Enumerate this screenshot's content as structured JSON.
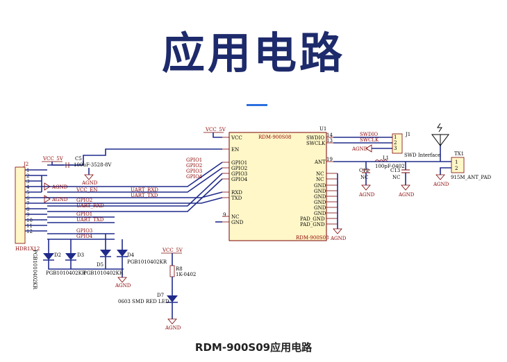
{
  "title": "应用电路",
  "caption": "RDM-900S09应用电路",
  "colors": {
    "title": "#1d2a6b",
    "accent": "#2b6fe0",
    "wire": "#1f2a8a",
    "component": "#7a0000"
  },
  "module": {
    "name_top": "RDM-900S08",
    "name_bottom": "RDM-900S08",
    "ref": "U1",
    "left_pins": [
      "VCC",
      "EN",
      "GPIO1",
      "GPIO2",
      "GPIO3",
      "GPIO4",
      "RXD",
      "TXD",
      "NC",
      "GND"
    ],
    "left_pin_numbers": [
      "9"
    ],
    "right_pins": [
      "SWDIO",
      "SWCLK",
      "ANT",
      "NC",
      "NC",
      "GND",
      "GND",
      "GND",
      "GND",
      "GND",
      "GND",
      "PAD_GND",
      "PAD_GND"
    ],
    "right_pin_numbers": [
      "14",
      "13",
      "19"
    ],
    "power": "VCC_5V"
  },
  "net_labels": {
    "gpio1": "GPIO1",
    "gpio2": "GPIO2",
    "gpio3": "GPIO3",
    "gpio4": "GPIO4",
    "uart_rxd": "UART_RXD",
    "uart_txd": "UART_TXD",
    "swdio": "SWDIO",
    "swclk": "SWCLK",
    "vcc_en": "VCC_EN",
    "hdr_gpio2": "GPIO2",
    "hdr_rxd": "UART_RXD",
    "hdr_gpio1": "GPIO1",
    "hdr_txd": "UART_TXD",
    "hdr_gpio3": "GPIO3",
    "hdr_gpio4": "GPIO4"
  },
  "header": {
    "ref": "J2",
    "name": "HDR1X12",
    "pins": [
      "1",
      "2",
      "3",
      "4",
      "5",
      "6",
      "7",
      "8",
      "9",
      "10",
      "11",
      "12"
    ]
  },
  "swd": {
    "ref": "J1",
    "label": "SWD Interface",
    "pins": [
      "1",
      "2",
      "3"
    ]
  },
  "antenna": {
    "ref": "TX1",
    "name": "915M_ANT_PAD",
    "pins": [
      "1",
      "2"
    ]
  },
  "passives": {
    "c5": "C5",
    "c5_value": "100uF-3528-8V",
    "l1": "L1",
    "l1_value": "100pF-0402",
    "c12": "C12",
    "c13": "C13",
    "nc": "NC",
    "r8": "R8",
    "r8_value": "1K-0402",
    "d7": "D7",
    "d7_value": "0603 SMD RED LED"
  },
  "tvs": {
    "d2": "D2",
    "d3": "D3",
    "d5": "D5",
    "d4": "D4",
    "part": "PGB1010402KR"
  },
  "ground": "AGND",
  "vcc": "VCC_5V"
}
